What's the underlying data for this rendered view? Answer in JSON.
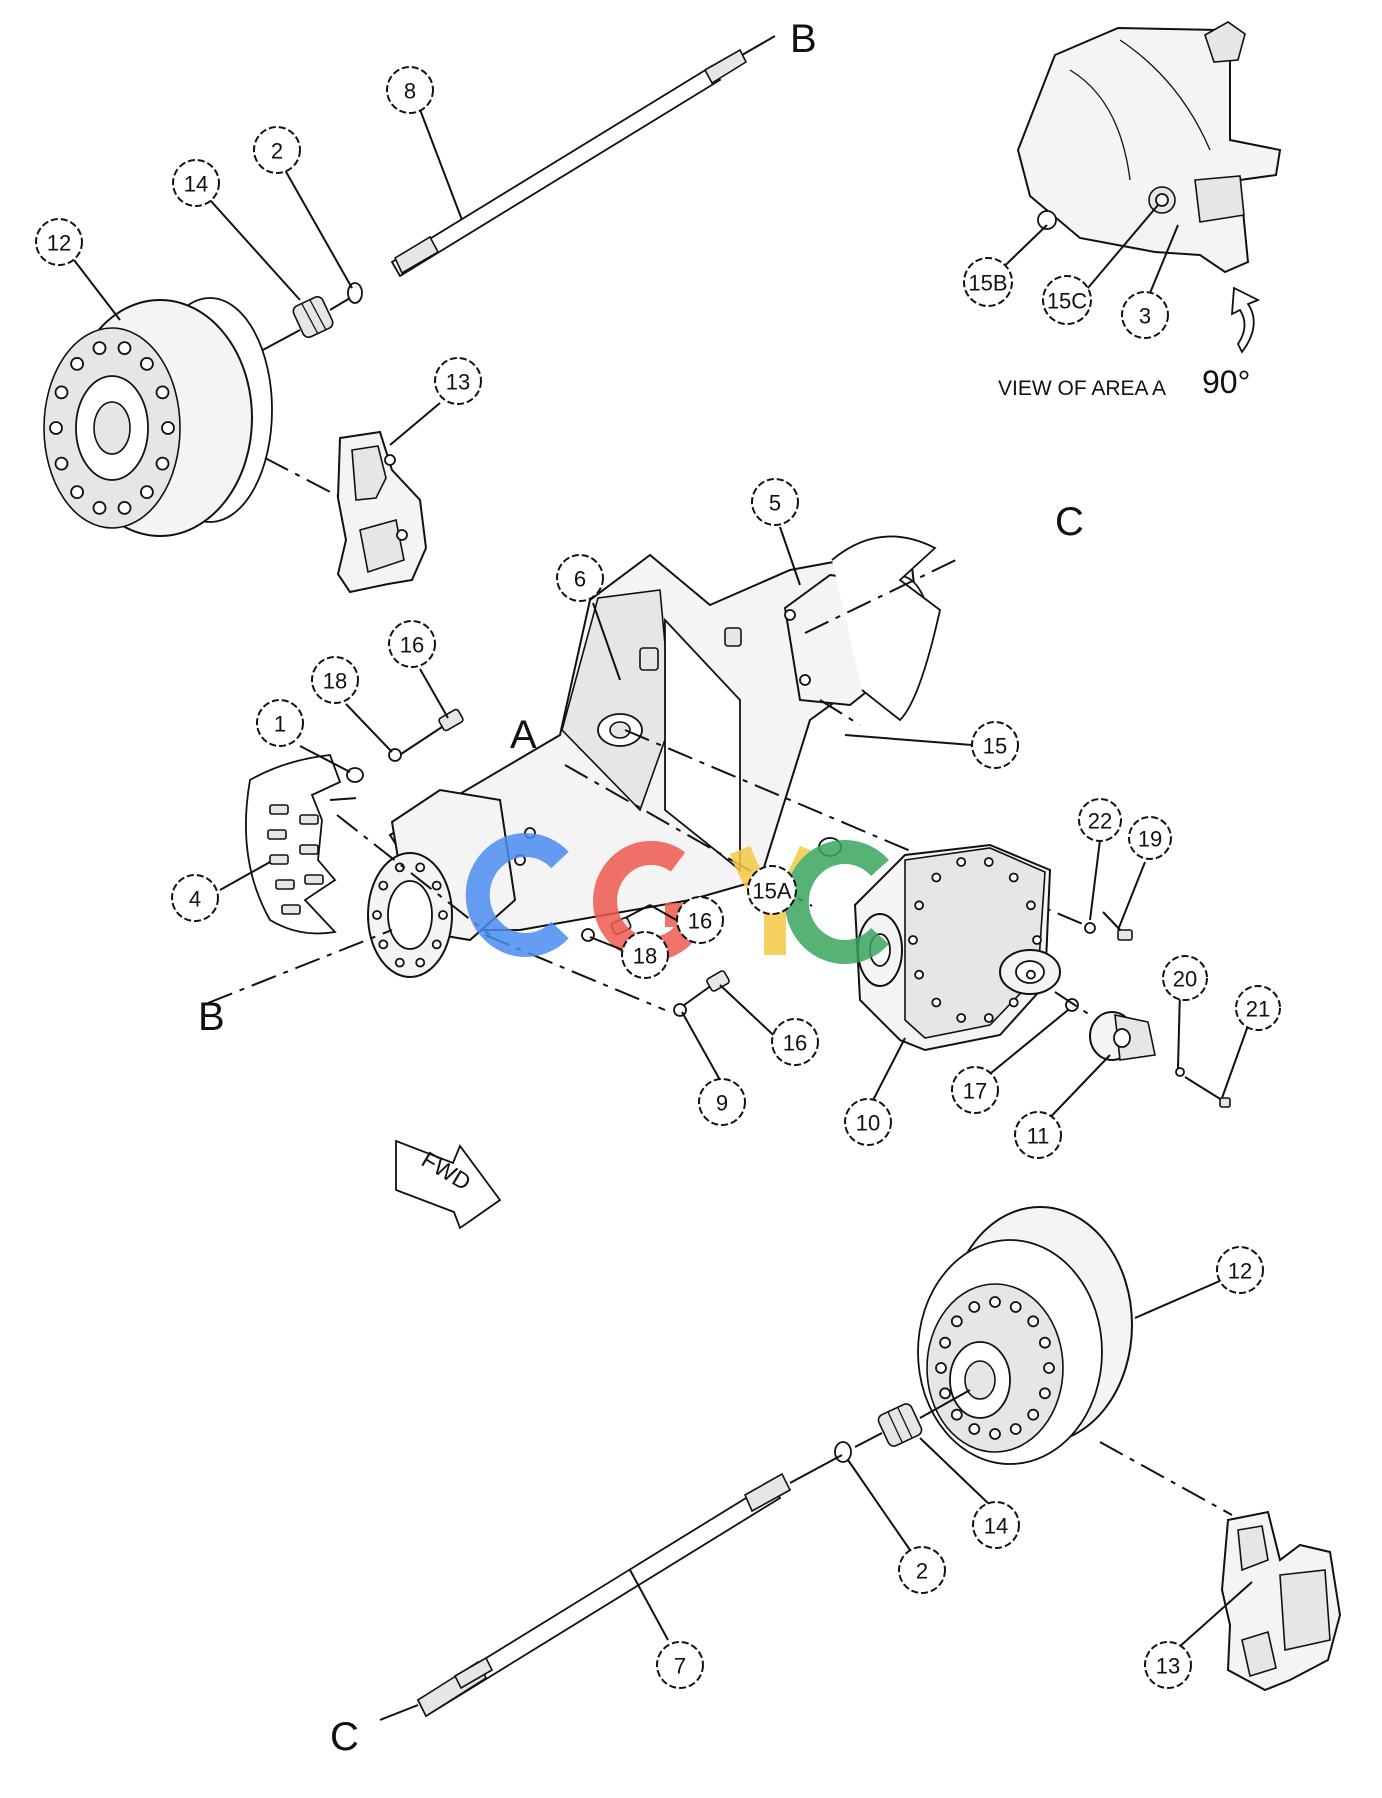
{
  "view_note": {
    "label": "VIEW OF AREA A",
    "angle": "90°"
  },
  "section_letters": {
    "b_top": "B",
    "c_right": "C",
    "a_mid": "A",
    "b_left": "B",
    "c_bottom": "C"
  },
  "fwd_label": "FWD",
  "watermark": {
    "text": "CGYC",
    "colors": [
      "#4a8cf0",
      "#ee5a4e",
      "#f6c945",
      "#3aa55f"
    ]
  },
  "callouts": [
    {
      "id": "c8",
      "label": "8"
    },
    {
      "id": "c2a",
      "label": "2"
    },
    {
      "id": "c14a",
      "label": "14"
    },
    {
      "id": "c12a",
      "label": "12"
    },
    {
      "id": "c13a",
      "label": "13"
    },
    {
      "id": "c15b",
      "label": "15B"
    },
    {
      "id": "c15c",
      "label": "15C"
    },
    {
      "id": "c3",
      "label": "3"
    },
    {
      "id": "c5",
      "label": "5"
    },
    {
      "id": "c6",
      "label": "6"
    },
    {
      "id": "c16a",
      "label": "16"
    },
    {
      "id": "c18a",
      "label": "18"
    },
    {
      "id": "c1",
      "label": "1"
    },
    {
      "id": "c15",
      "label": "15"
    },
    {
      "id": "c22",
      "label": "22"
    },
    {
      "id": "c19",
      "label": "19"
    },
    {
      "id": "c4",
      "label": "4"
    },
    {
      "id": "c15a",
      "label": "15A"
    },
    {
      "id": "c16b",
      "label": "16"
    },
    {
      "id": "c18b",
      "label": "18"
    },
    {
      "id": "c16c",
      "label": "16"
    },
    {
      "id": "c9",
      "label": "9"
    },
    {
      "id": "c10",
      "label": "10"
    },
    {
      "id": "c17",
      "label": "17"
    },
    {
      "id": "c20",
      "label": "20"
    },
    {
      "id": "c21",
      "label": "21"
    },
    {
      "id": "c11",
      "label": "11"
    },
    {
      "id": "c12b",
      "label": "12"
    },
    {
      "id": "c14b",
      "label": "14"
    },
    {
      "id": "c2b",
      "label": "2"
    },
    {
      "id": "c7",
      "label": "7"
    },
    {
      "id": "c13b",
      "label": "13"
    }
  ]
}
